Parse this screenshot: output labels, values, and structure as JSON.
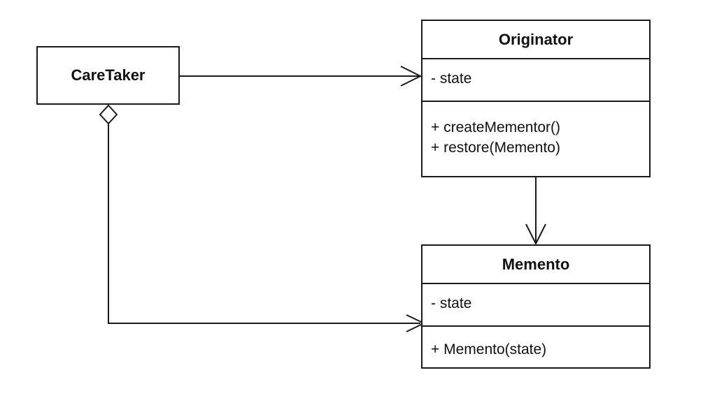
{
  "classes": {
    "caretaker": {
      "name": "CareTaker"
    },
    "originator": {
      "name": "Originator",
      "attributes": [
        "- state"
      ],
      "operations": [
        "+ createMementor()",
        "+ restore(Memento)"
      ]
    },
    "memento": {
      "name": "Memento",
      "attributes": [
        "- state"
      ],
      "operations": [
        "+ Memento(state)"
      ]
    }
  },
  "relationships": [
    {
      "from": "CareTaker",
      "to": "Originator",
      "type": "association",
      "arrow": "open"
    },
    {
      "from": "Originator",
      "to": "Memento",
      "type": "association",
      "arrow": "open"
    },
    {
      "from": "CareTaker",
      "to": "Memento",
      "type": "aggregation",
      "arrow": "open"
    }
  ],
  "colors": {
    "line": "#1a1a1a",
    "background": "#ffffff"
  }
}
